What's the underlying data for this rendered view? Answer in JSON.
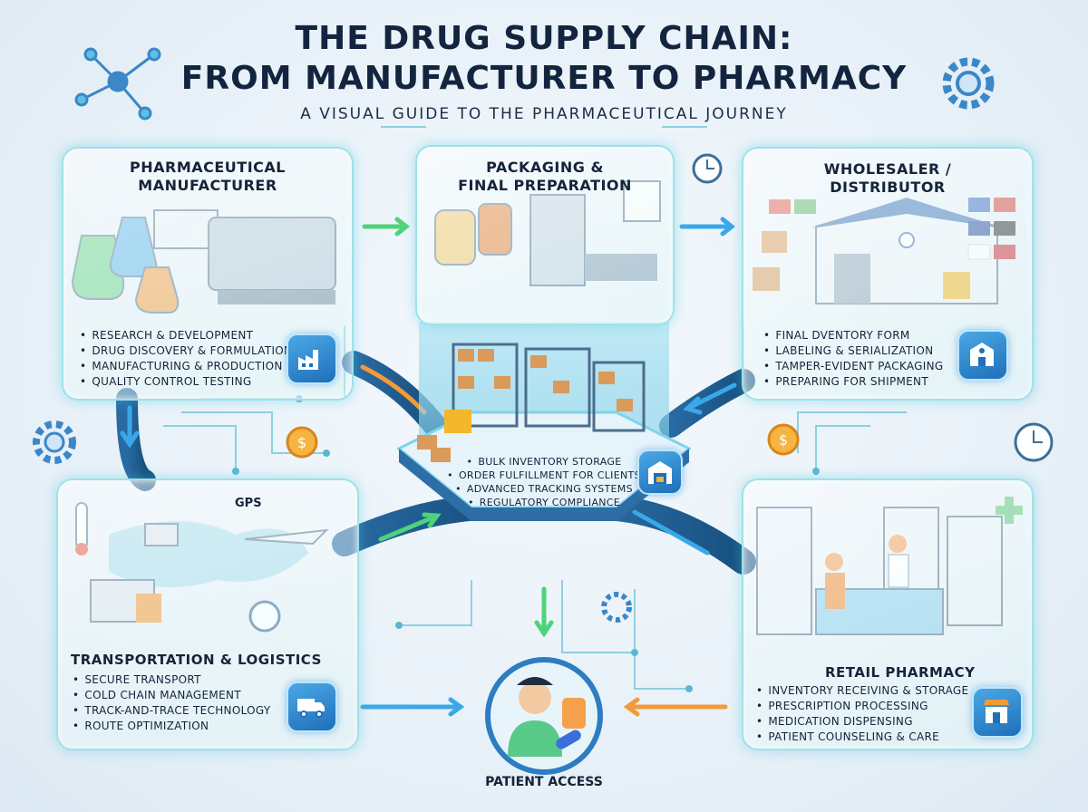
{
  "header": {
    "title_line1": "THE DRUG SUPPLY CHAIN:",
    "title_line2": "FROM MANUFACTURER TO PHARMACY",
    "subtitle": "A VISUAL GUIDE TO THE PHARMACEUTICAL JOURNEY"
  },
  "manufacturer": {
    "title_line1": "PHARMACEUTICAL",
    "title_line2": "MANUFACTURER",
    "items": [
      "RESEARCH & DEVELOPMENT",
      "DRUG DISCOVERY & FORMULATION",
      "MANUFACTURING & PRODUCTION",
      "QUALITY CONTROL TESTING"
    ]
  },
  "packaging": {
    "title_line1": "PACKAGING &",
    "title_line2": "FINAL PREPARATION"
  },
  "wholesaler": {
    "title_line1": "WHOLESALER /",
    "title_line2": "DISTRIBUTOR",
    "items": [
      "FINAL DVENTORY FORM",
      "LABELING & SERIALIZATION",
      "TAMPER-EVIDENT PACKAGING",
      "PREPARING FOR SHIPMENT"
    ]
  },
  "warehouse": {
    "items": [
      "BULK INVENTORY STORAGE",
      "ORDER FULFILLMENT FOR CLIENTS",
      "ADVANCED TRACKING SYSTEMS",
      "REGULATORY COMPLIANCE"
    ]
  },
  "transport": {
    "title": "TRANSPORTATION & LOGISTICS",
    "gps_label": "GPS",
    "items": [
      "SECURE TRANSPORT",
      "COLD CHAIN MANAGEMENT",
      "TRACK-AND-TRACE TECHNOLOGY",
      "ROUTE OPTIMIZATION"
    ]
  },
  "pharmacy": {
    "title": "RETAIL PHARMACY",
    "items": [
      "INVENTORY RECEIVING & STORAGE",
      "PRESCRIPTION PROCESSING",
      "MEDICATION DISPENSING",
      "PATIENT COUNSELING & CARE"
    ]
  },
  "patient": {
    "label": "PATIENT ACCESS"
  },
  "colors": {
    "road": "#1f5f95",
    "arrow_blue": "#3aa8e8",
    "arrow_green": "#4fd37a",
    "arrow_orange": "#f39a3a",
    "panel_border": "#9ee2ea"
  }
}
